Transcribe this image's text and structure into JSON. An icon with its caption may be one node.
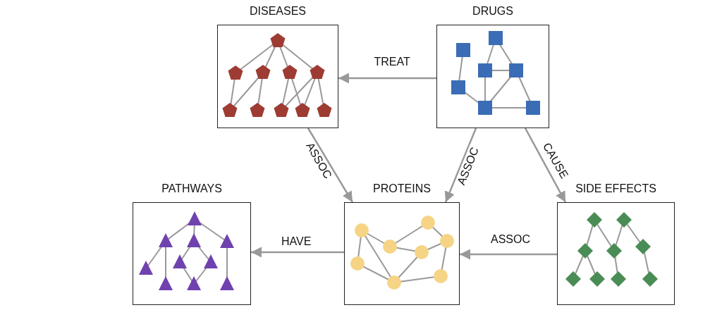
{
  "diagram": {
    "nodes": [
      {
        "text": [
          "DISEASES"
        ]
      },
      {
        "text": [
          "DRUGS"
        ]
      },
      {
        "text": [
          "PATHWAYS"
        ]
      },
      {
        "text": [
          "PROTEINS"
        ]
      },
      {
        "text": [
          "SIDE EFFECTS"
        ]
      }
    ],
    "edges": [
      {
        "from": 1,
        "to": 0,
        "arrow": "to",
        "label": "TREAT"
      },
      {
        "from": 0,
        "to": 3,
        "arrow": "to",
        "label": "ASSOC"
      },
      {
        "from": 1,
        "to": 3,
        "arrow": "to",
        "label": "ASSOC"
      },
      {
        "from": 1,
        "to": 4,
        "arrow": "to",
        "label": "CAUSE"
      },
      {
        "from": 4,
        "to": 3,
        "arrow": "to",
        "label": "ASSOC"
      },
      {
        "from": 3,
        "to": 2,
        "arrow": "to",
        "label": "HAVE"
      }
    ]
  }
}
